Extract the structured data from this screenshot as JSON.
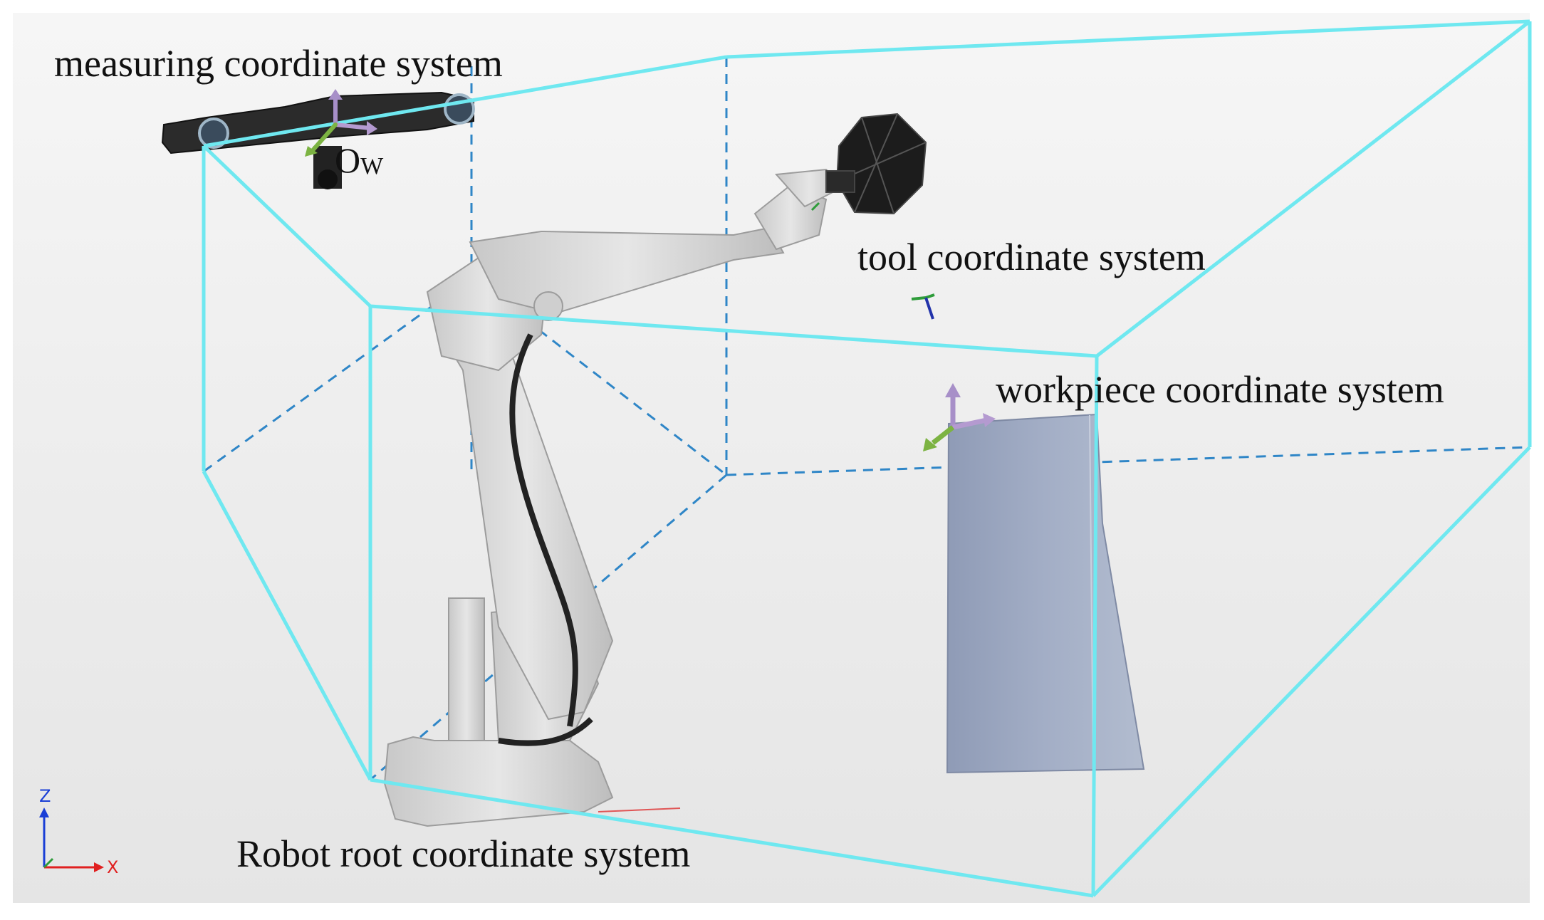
{
  "labels": {
    "measuring": "measuring coordinate system",
    "origin_main": "O",
    "origin_sub": "W",
    "tool": "tool coordinate system",
    "workpiece": "workpiece coordinate system",
    "robot_root": "Robot root coordinate system"
  },
  "global_axes": {
    "z_label": "Z",
    "x_label": "X"
  },
  "colors": {
    "box_edge": "#6fe8f0",
    "box_hidden_edge": "#2f86c7",
    "robot": "#d4d4d4",
    "workpiece": "#9aa6c0",
    "axis_purple": "#a78fc8",
    "axis_green": "#7cb342"
  }
}
